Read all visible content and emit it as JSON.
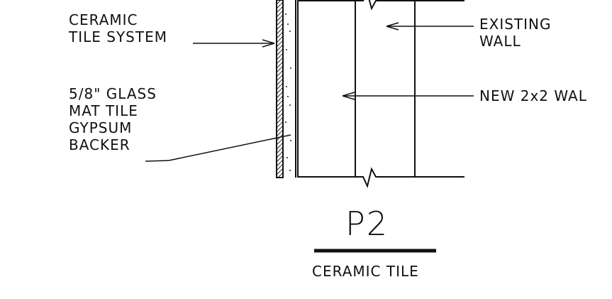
{
  "labels": {
    "ceramic_tile_system": [
      "CERAMIC",
      "TILE SYSTEM"
    ],
    "glass_mat_backer": [
      "5/8\" GLASS",
      "MAT TILE",
      "GYPSUM",
      "BACKER"
    ],
    "existing_wall": [
      "EXISTING",
      "WALL"
    ],
    "new_wall": "NEW 2x2 WAL"
  },
  "detail": {
    "tag": "P2",
    "name": "CERAMIC TILE"
  }
}
